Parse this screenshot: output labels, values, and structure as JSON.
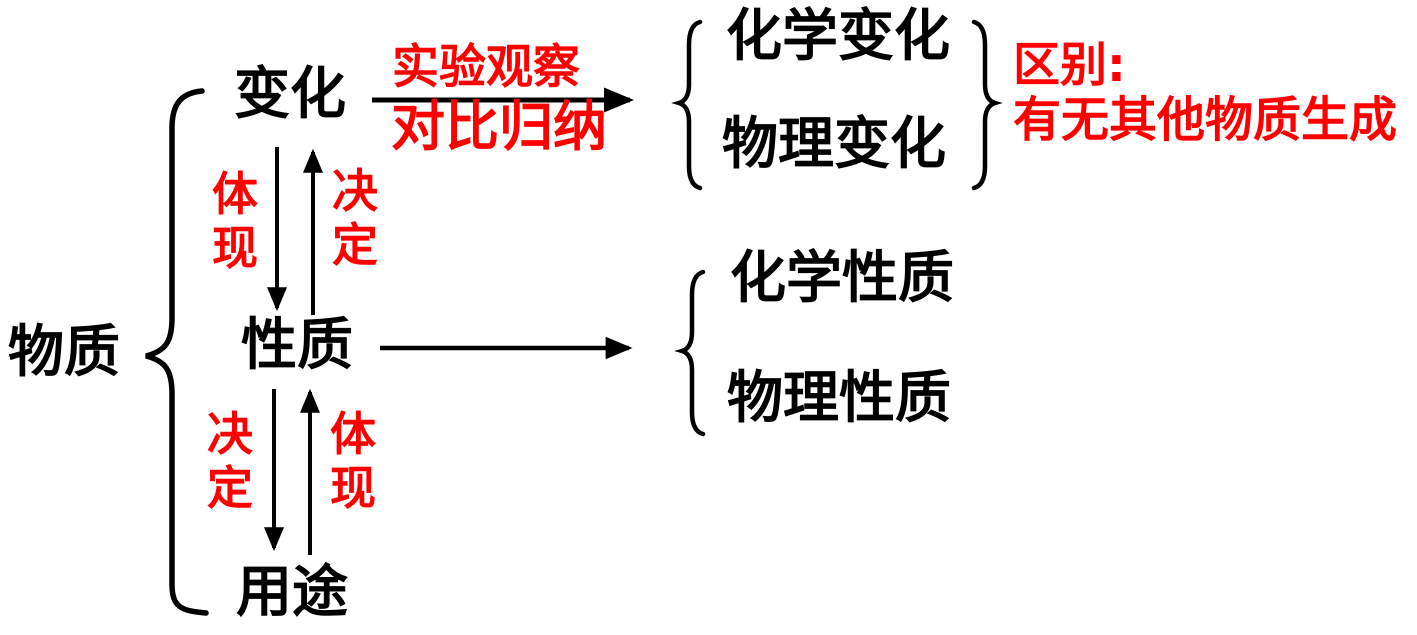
{
  "colors": {
    "text_black": "#000000",
    "accent_red": "#FF0000",
    "background": "#FFFFFF"
  },
  "diagram": {
    "root_label": "物质",
    "branches": {
      "change": "变化",
      "property": "性质",
      "use": "用途"
    },
    "change_process": {
      "above_arrow": "实验观察",
      "below_arrow": "对比归纳"
    },
    "change_types": {
      "item1": "化学变化",
      "item2": "物理变化"
    },
    "change_note": {
      "title": "区别:",
      "body": "有无其他物质生成"
    },
    "property_types": {
      "item1": "化学性质",
      "item2": "物理性质"
    },
    "relations": {
      "change_property": {
        "down": "体现",
        "up": "决定"
      },
      "property_use": {
        "down": "决定",
        "up": "体现"
      }
    }
  }
}
